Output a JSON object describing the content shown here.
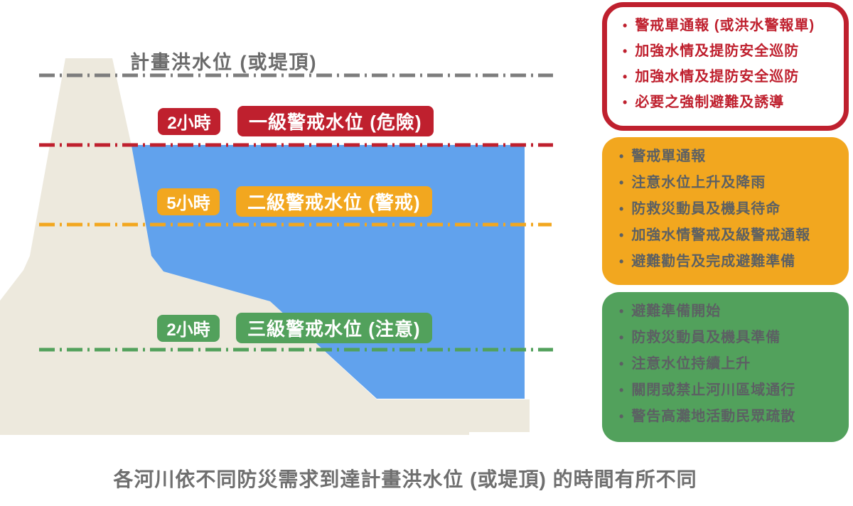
{
  "ui": {
    "bullet": "•"
  },
  "colors": {
    "red": "#BF202E",
    "orange": "#F2A71F",
    "green": "#52A15C",
    "water_blue": "#61A2ED",
    "ground_beige": "#EDE9DD",
    "line_gray": "#7D7D7D",
    "title_gray": "#6B6B6B",
    "panel_text_gray": "#5C6063"
  },
  "diagram": {
    "top_label": "計畫洪水位 (或堤頂)",
    "levels": [
      {
        "id": "level1",
        "time": "2小時",
        "label": "一級警戒水位 (危險)",
        "color": "#BF202E"
      },
      {
        "id": "level2",
        "time": "5小時",
        "label": "二級警戒水位 (警戒)",
        "color": "#F2A71F"
      },
      {
        "id": "level3",
        "time": "2小時",
        "label": "三級警戒水位 (注意)",
        "color": "#52A15C"
      }
    ]
  },
  "panels": {
    "level1": {
      "items": [
        "警戒單通報 (或洪水警報單)",
        "加強水情及提防安全巡防",
        "加強水情及提防安全巡防",
        "必要之強制避難及誘導"
      ]
    },
    "level2": {
      "items": [
        "警戒單通報",
        "注意水位上升及降雨",
        "防救災動員及機具待命",
        "加強水情警戒及級警戒通報",
        "避難勸告及完成避難準備"
      ]
    },
    "level3": {
      "items": [
        "避難準備開始",
        "防救災動員及機具準備",
        "注意水位持續上升",
        "關閉或禁止河川區域通行",
        "警告高灘地活動民眾疏散"
      ]
    }
  },
  "caption": "各河川依不同防災需求到達計畫洪水位 (或堤頂) 的時間有所不同"
}
